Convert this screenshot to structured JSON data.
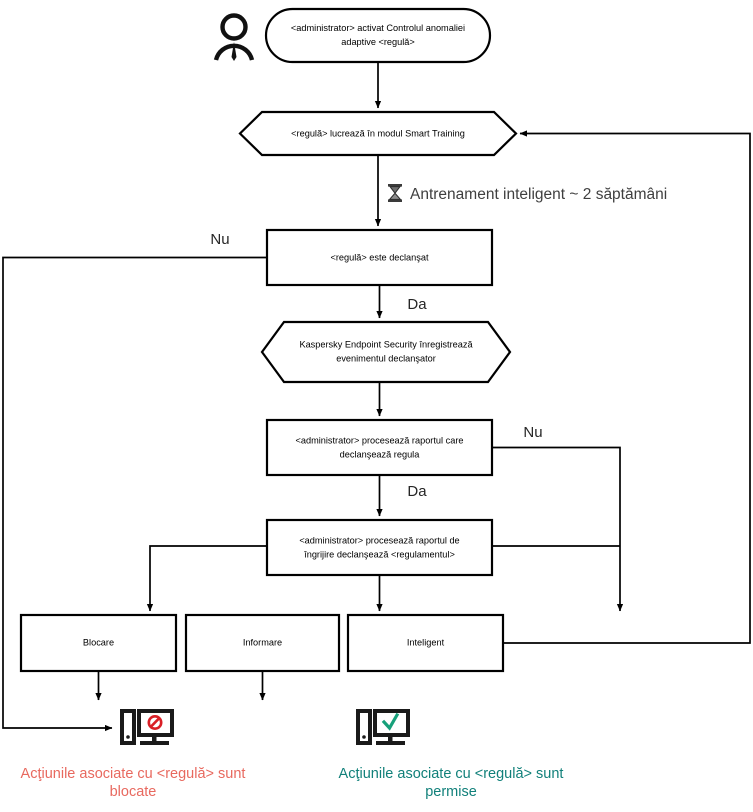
{
  "diagram": {
    "title": "Adaptive Anomaly Control rule flow",
    "language": "ro",
    "colors": {
      "blocked_text": "#e8695f",
      "allowed_text": "#11807a",
      "prohibition": "#d91f26",
      "check": "#17a07a",
      "stroke": "#000000",
      "background": "#ffffff"
    },
    "nodes": {
      "actor": {
        "icon": "person-icon"
      },
      "start": {
        "shape": "rounded-rectangle",
        "line1": "<administrator> activat Controlul anomaliei",
        "line2": "adaptive <regulă>"
      },
      "smart_training": {
        "shape": "hexagon",
        "line1": "<regulă> lucrează în modul Smart Training"
      },
      "rule_triggered": {
        "shape": "rectangle",
        "line1": "<regulă> este declanşat"
      },
      "kes_records": {
        "shape": "hexagon",
        "line1": "Kaspersky Endpoint Security înregistrează",
        "line2": "evenimentul declanşator"
      },
      "admin_processes_report": {
        "shape": "rectangle",
        "line1": "<administrator> procesează raportul care",
        "line2": "declanşează regula"
      },
      "admin_processes_care_report": {
        "shape": "rectangle",
        "line1": "<administrator> procesează raportul de",
        "line2": "îngrijire declanşează <regulamentul>"
      },
      "action_block": {
        "shape": "rectangle",
        "line1": "Blocare"
      },
      "action_inform": {
        "shape": "rectangle",
        "line1": "Informare"
      },
      "action_smart": {
        "shape": "rectangle",
        "line1": "Inteligent"
      }
    },
    "annotations": {
      "timer_icon": "hourglass-icon",
      "timer_note": "Antrenament inteligent ~ 2 săptămâni"
    },
    "branch_labels": {
      "triggered_no": "Nu",
      "triggered_yes": "Da",
      "report_no": "Nu",
      "report_yes": "Da"
    },
    "outcomes": {
      "blocked": {
        "icon": "monitor-blocked-icon",
        "line1": "Acţiunile asociate cu <regulă> sunt",
        "line2": "blocate"
      },
      "allowed": {
        "icon": "monitor-allowed-icon",
        "line1": "Acţiunile asociate cu <regulă> sunt",
        "line2": "permise"
      }
    }
  }
}
